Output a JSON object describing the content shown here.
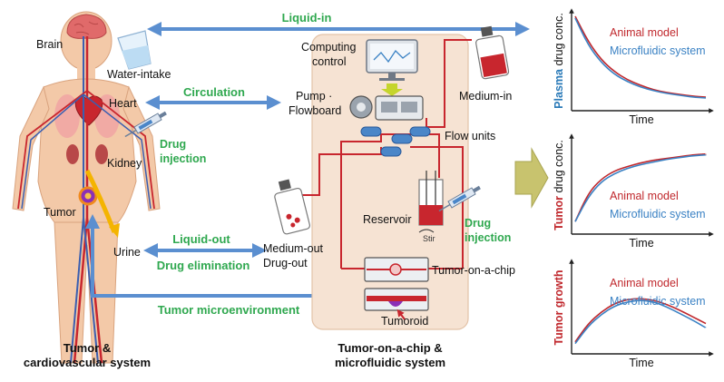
{
  "colors": {
    "arrow_blue": "#5b8fd0",
    "label_green": "#2fa84f",
    "tube_red": "#c8262e",
    "chip_panel": "#f6e3d3",
    "animal_red": "#c0282d",
    "micro_blue": "#3b82c4"
  },
  "labels": {
    "liquid_in": "Liquid-in",
    "circulation": "Circulation",
    "liquid_out": "Liquid-out",
    "drug_elimination": "Drug elimination",
    "tumor_microenvironment": "Tumor microenvironment",
    "brain": "Brain",
    "water_intake": "Water-intake",
    "heart": "Heart",
    "kidney": "Kidney",
    "tumor": "Tumor",
    "urine": "Urine",
    "drug_injection_body_1": "Drug",
    "drug_injection_body_2": "injection",
    "body_caption_1": "Tumor &",
    "body_caption_2": "cardiovascular system",
    "computing_control_1": "Computing",
    "computing_control_2": "control",
    "pump_1": "Pump ·",
    "pump_2": "Flowboard",
    "medium_in": "Medium-in",
    "flow_units": "Flow units",
    "reservoir": "Reservoir",
    "stir": "Stir",
    "drug_injection_chip_1": "Drug",
    "drug_injection_chip_2": "injection",
    "medium_out": "Medium-out",
    "drug_out": "Drug-out",
    "tumor_on_a_chip": "Tumor-on-a-chip",
    "tumoroid": "Tumoroid",
    "chip_caption_1": "Tumor-on-a-chip &",
    "chip_caption_2": "microfluidic system"
  },
  "chart_data": [
    {
      "type": "line",
      "ylabel_colored": "Plasma",
      "ylabel_rest": "drug conc.",
      "xlabel": "Time",
      "series": [
        {
          "name": "Animal model",
          "color": "#c0282d",
          "x": [
            0,
            0.1,
            0.2,
            0.3,
            0.4,
            0.5,
            0.6,
            0.7,
            0.8,
            0.9,
            1.0
          ],
          "y": [
            1.0,
            0.72,
            0.52,
            0.39,
            0.3,
            0.24,
            0.19,
            0.16,
            0.14,
            0.12,
            0.11
          ]
        },
        {
          "name": "Microfluidic system",
          "color": "#3b82c4",
          "x": [
            0,
            0.1,
            0.2,
            0.3,
            0.4,
            0.5,
            0.6,
            0.7,
            0.8,
            0.9,
            1.0
          ],
          "y": [
            0.98,
            0.68,
            0.49,
            0.36,
            0.28,
            0.22,
            0.18,
            0.15,
            0.13,
            0.11,
            0.1
          ]
        }
      ]
    },
    {
      "type": "line",
      "ylabel_colored": "Tumor",
      "ylabel_rest": "drug conc.",
      "xlabel": "Time",
      "series": [
        {
          "name": "Animal model",
          "color": "#c0282d",
          "x": [
            0,
            0.1,
            0.2,
            0.3,
            0.4,
            0.5,
            0.6,
            0.7,
            0.8,
            0.9,
            1.0
          ],
          "y": [
            0.1,
            0.42,
            0.58,
            0.67,
            0.72,
            0.76,
            0.79,
            0.81,
            0.83,
            0.85,
            0.86
          ]
        },
        {
          "name": "Microfluidic system",
          "color": "#3b82c4",
          "x": [
            0,
            0.1,
            0.2,
            0.3,
            0.4,
            0.5,
            0.6,
            0.7,
            0.8,
            0.9,
            1.0
          ],
          "y": [
            0.1,
            0.38,
            0.55,
            0.64,
            0.7,
            0.74,
            0.77,
            0.8,
            0.82,
            0.84,
            0.85
          ]
        }
      ]
    },
    {
      "type": "line",
      "ylabel_colored": "Tumor growth",
      "ylabel_rest": "",
      "xlabel": "Time",
      "series": [
        {
          "name": "Animal model",
          "color": "#c0282d",
          "x": [
            0,
            0.1,
            0.2,
            0.3,
            0.4,
            0.5,
            0.6,
            0.7,
            0.8,
            0.9,
            1.0
          ],
          "y": [
            0.1,
            0.32,
            0.46,
            0.56,
            0.61,
            0.62,
            0.6,
            0.55,
            0.48,
            0.4,
            0.32
          ]
        },
        {
          "name": "Microfluidic system",
          "color": "#3b82c4",
          "x": [
            0,
            0.1,
            0.2,
            0.3,
            0.4,
            0.5,
            0.6,
            0.7,
            0.8,
            0.9,
            1.0
          ],
          "y": [
            0.08,
            0.29,
            0.43,
            0.53,
            0.58,
            0.6,
            0.58,
            0.52,
            0.44,
            0.36,
            0.27
          ]
        }
      ]
    }
  ]
}
